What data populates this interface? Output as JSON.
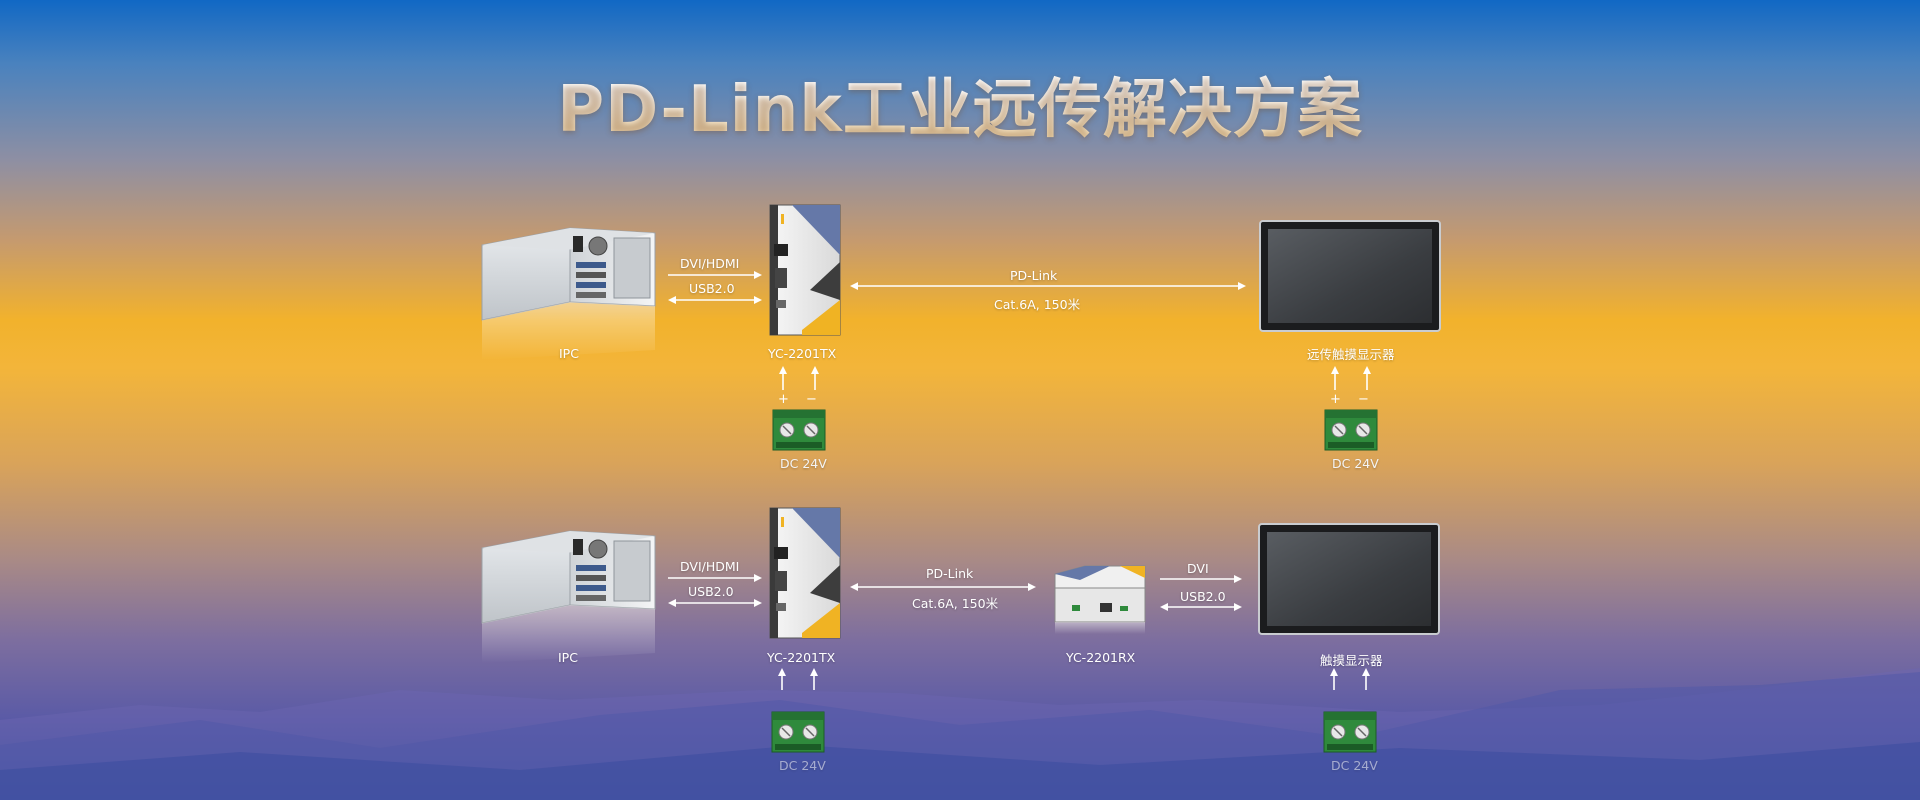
{
  "title": "PD-Link工业远传解决方案",
  "row1": {
    "ipc_label": "IPC",
    "link_ipc_tx": [
      "DVI/HDMI",
      "USB2.0"
    ],
    "tx_label": "YC-2201TX",
    "link_tx_display": [
      "PD-Link",
      "Cat.6A, 150米"
    ],
    "display_label": "远传触摸显示器",
    "tx_power_label": "DC 24V",
    "display_power_label": "DC 24V",
    "polarity": [
      "+",
      "−"
    ]
  },
  "row2": {
    "ipc_label": "IPC",
    "link_ipc_tx": [
      "DVI/HDMI",
      "USB2.0"
    ],
    "tx_label": "YC-2201TX",
    "link_tx_rx": [
      "PD-Link",
      "Cat.6A, 150米"
    ],
    "rx_label": "YC-2201RX",
    "link_rx_display": [
      "DVI",
      "USB2.0"
    ],
    "display_label": "触摸显示器",
    "tx_power_label": "DC 24V",
    "display_power_label": "DC 24V"
  },
  "colors": {
    "arrow": "#ffffff",
    "terminal": "#2f8a3c",
    "title_top": "#ffffff",
    "title_bottom": "#f1d6a4"
  }
}
